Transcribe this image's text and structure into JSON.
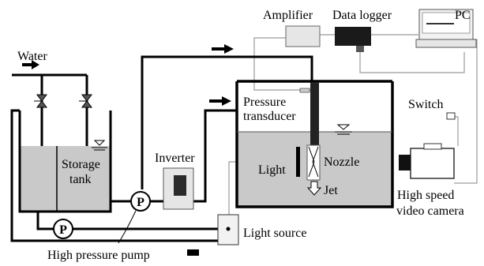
{
  "labels": {
    "water": "Water",
    "amplifier": "Amplifier",
    "data_logger": "Data logger",
    "pc": "PC",
    "pressure": "Pressure",
    "transducer": "transducer",
    "switch": "Switch",
    "storage": "Storage",
    "tank": "tank",
    "inverter": "Inverter",
    "light": "Light",
    "nozzle": "Nozzle",
    "jet": "Jet",
    "high_speed": "High speed",
    "video_camera": "video camera",
    "light_source": "Light source",
    "hp_pump": "High pressure pump",
    "pump_symbol_1": "P",
    "pump_symbol_2": "P"
  },
  "colors": {
    "water_fill": "#c9c9c9",
    "pipe": "#000000",
    "signal_line": "#9a9a9a",
    "device_fill": "#d9d9d9",
    "logger_fill": "#1a1a1a"
  },
  "icons": [
    "valve-icon",
    "water-level-icon",
    "flow-arrow-icon",
    "pump-icon",
    "camera-icon",
    "pc-icon"
  ]
}
